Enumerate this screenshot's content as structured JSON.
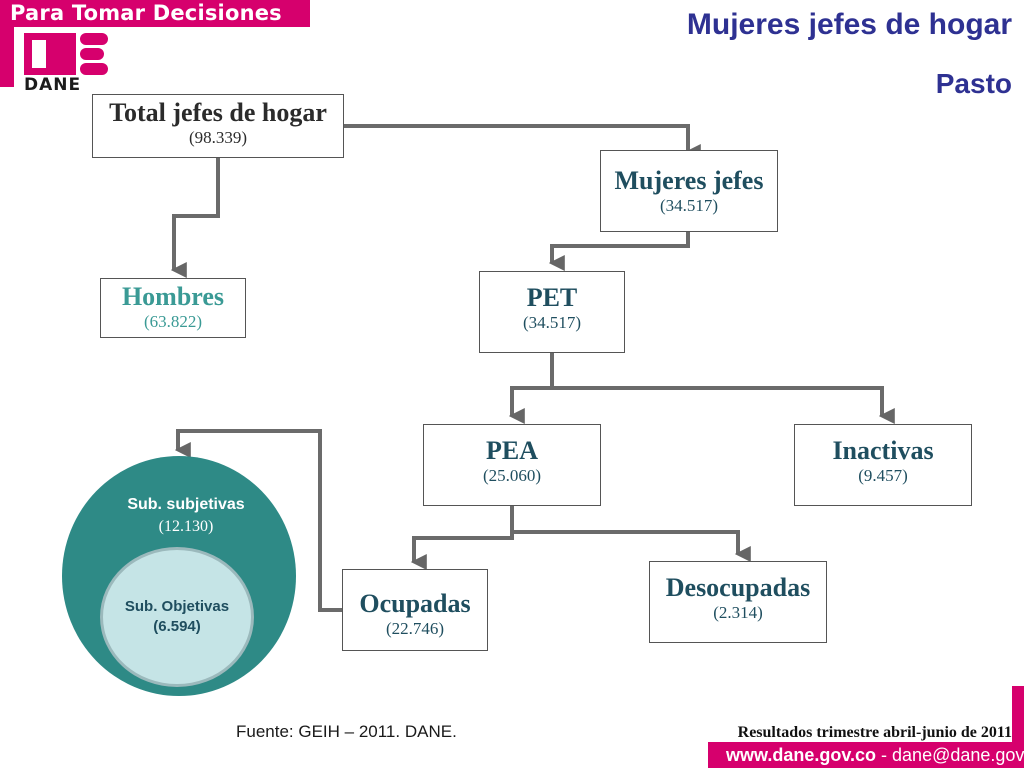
{
  "header": {
    "banner": "Para Tomar Decisiones",
    "logo_text": "DANE",
    "title": "Mujeres jefes de hogar",
    "subtitle": "Pasto"
  },
  "nodes": {
    "total": {
      "label": "Total jefes de hogar",
      "value": "(98.339)"
    },
    "mujeres": {
      "label": "Mujeres jefes",
      "value": "(34.517)"
    },
    "hombres": {
      "label": "Hombres",
      "value": "(63.822)"
    },
    "pet": {
      "label": "PET",
      "value": "(34.517)"
    },
    "pea": {
      "label": "PEA",
      "value": "(25.060)"
    },
    "inactivas": {
      "label": "Inactivas",
      "value": "(9.457)"
    },
    "ocupadas": {
      "label": "Ocupadas",
      "value": "(22.746)"
    },
    "desocupadas": {
      "label": "Desocupadas",
      "value": "(2.314)"
    }
  },
  "circles": {
    "subjetivas": {
      "label": "Sub. subjetivas",
      "value": "(12.130)"
    },
    "objetivas": {
      "label": "Sub. Objetivas",
      "value": "(6.594)"
    }
  },
  "footer": {
    "source": "Fuente: GEIH – 2011. DANE.",
    "results": "Resultados trimestre abril-junio de 2011.",
    "web": "www.dane.gov.co",
    "separator": " - ",
    "email": "dane@dane.gov.co"
  },
  "colors": {
    "brand_magenta": "#d6006d",
    "title_blue": "#2e3192",
    "teal": "#2e8a86",
    "light_teal": "#c5e4e6"
  }
}
